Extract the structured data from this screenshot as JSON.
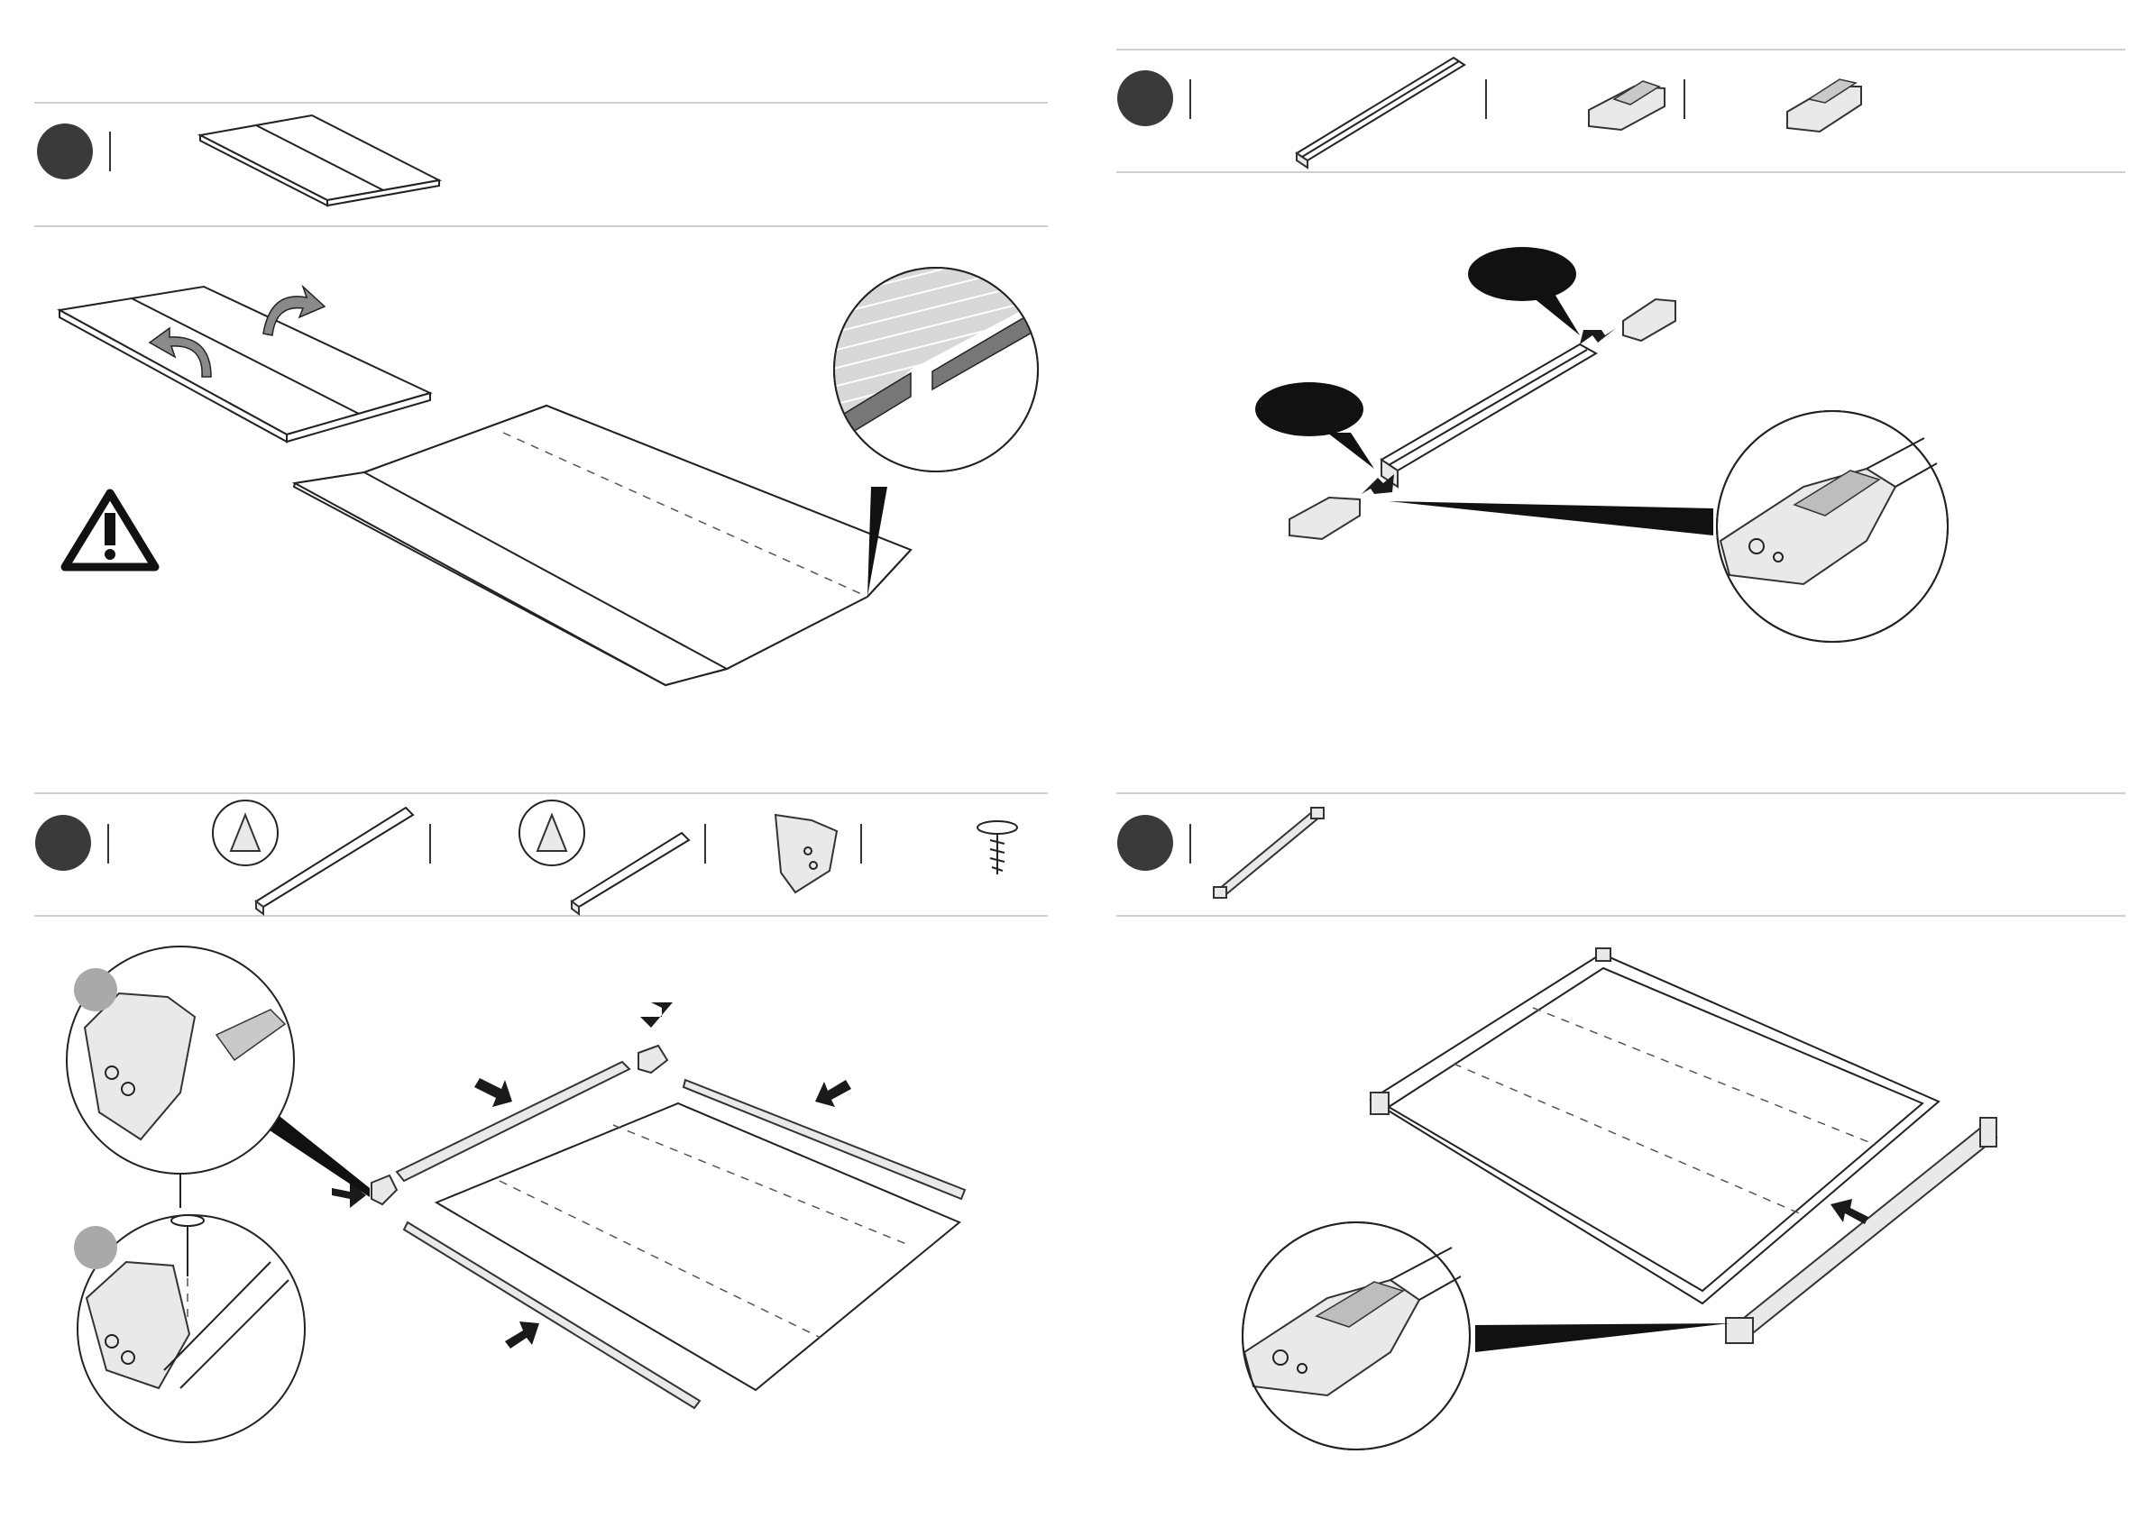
{
  "colors": {
    "ink": "#222222",
    "step_badge": "#3a3a3b",
    "sub_badge": "#a9a9a9",
    "part_fill": "#e9e9e9",
    "callout": "#111111",
    "rule": "#cfcfcf"
  },
  "icons": {
    "warning": "warning-triangle-icon",
    "screw": "screw-icon",
    "arrow": "push-arrow-icon",
    "fold": "fold-arrow-icon"
  },
  "steps": [
    {
      "id": "1",
      "parts": [
        "twin-wall-panel"
      ]
    },
    {
      "id": "2",
      "parts": [
        "edge-profile",
        "corner-connector-left",
        "corner-connector-right"
      ]
    },
    {
      "id": "3",
      "parts": [
        "side-profile-long",
        "side-profile-short",
        "corner-bracket",
        "screw"
      ]
    },
    {
      "id": "4",
      "parts": [
        "frame-rail"
      ]
    }
  ]
}
